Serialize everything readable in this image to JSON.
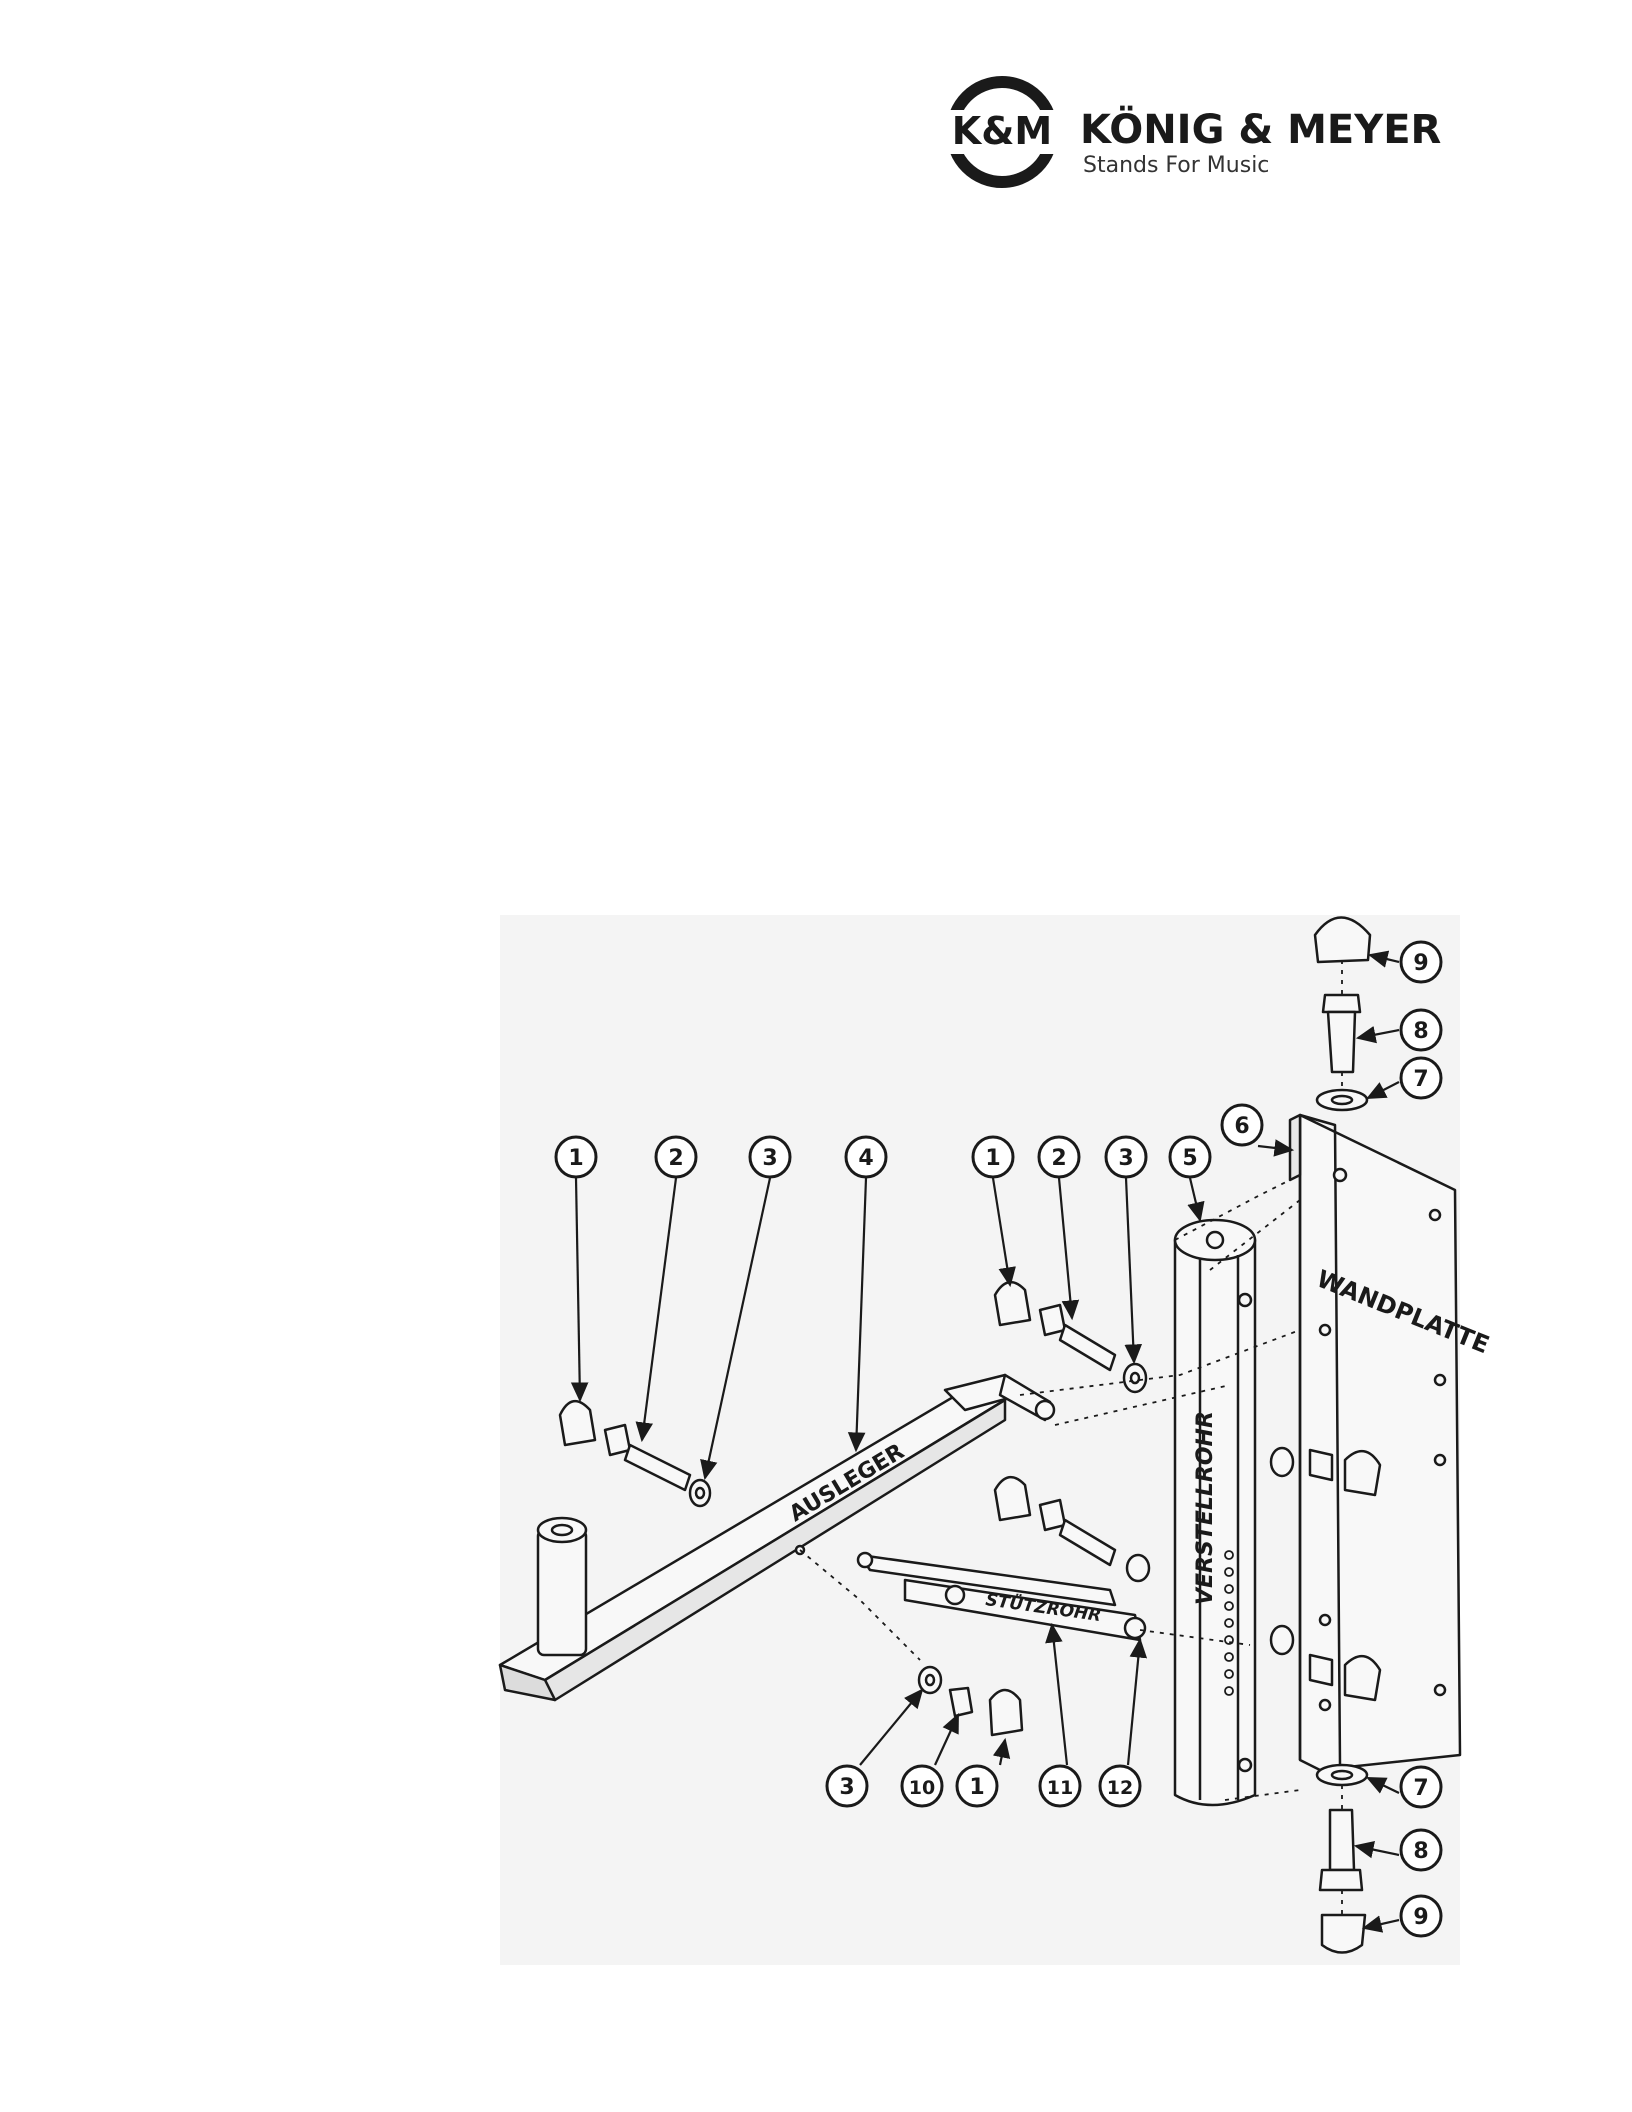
{
  "logo": {
    "mark": "K&M",
    "company": "KÖNIG & MEYER",
    "tagline": "Stands For Music"
  },
  "part_labels": {
    "ausleger": "AUSLEGER",
    "verstellrohr": "VERSTELLROHR",
    "wandplatte": "WANDPLATTE",
    "stuetzrohr": "STÜTZROHR"
  },
  "callouts": {
    "c1a": "1",
    "c2a": "2",
    "c3a": "3",
    "c4": "4",
    "c1b": "1",
    "c2b": "2",
    "c3b": "3",
    "c5": "5",
    "c6": "6",
    "c9t": "9",
    "c8t": "8",
    "c7t": "7",
    "c3c": "3",
    "c10": "10",
    "c1c": "1",
    "c11": "11",
    "c12": "12",
    "c7b": "7",
    "c8b": "8",
    "c9b": "9"
  }
}
